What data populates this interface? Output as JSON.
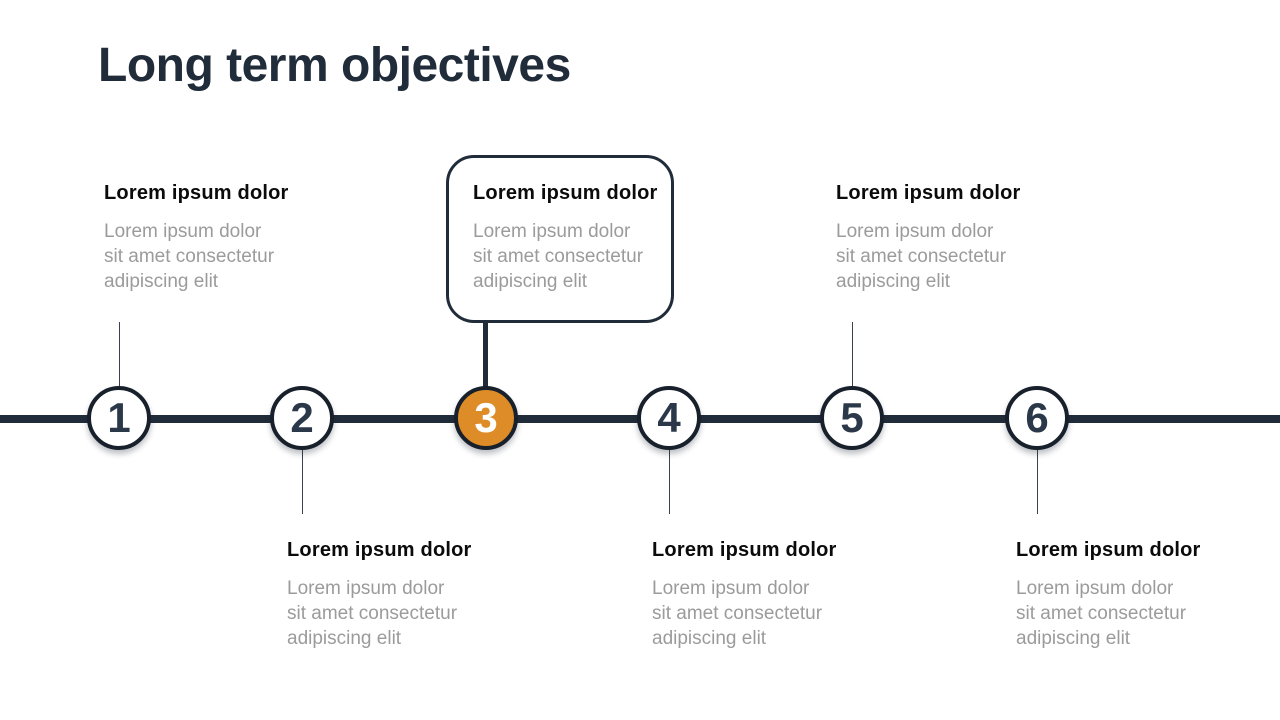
{
  "slide": {
    "title": "Long term objectives"
  },
  "colors": {
    "navy": "#212C3A",
    "orange": "#DD8C28",
    "heading_text": "#0B0B0B",
    "body_text": "#9B9B9B",
    "background": "#FFFFFF"
  },
  "timeline": {
    "items": [
      {
        "number": "1",
        "side": "above",
        "highlighted": false,
        "heading": "Lorem ipsum dolor",
        "body_lines": [
          "Lorem ipsum dolor",
          "sit amet consectetur",
          "adipiscing elit"
        ]
      },
      {
        "number": "2",
        "side": "below",
        "highlighted": false,
        "heading": "Lorem ipsum dolor",
        "body_lines": [
          "Lorem ipsum dolor",
          "sit amet consectetur",
          "adipiscing elit"
        ]
      },
      {
        "number": "3",
        "side": "above",
        "highlighted": true,
        "heading": "Lorem ipsum dolor",
        "body_lines": [
          "Lorem ipsum dolor",
          "sit amet consectetur",
          "adipiscing elit"
        ]
      },
      {
        "number": "4",
        "side": "below",
        "highlighted": false,
        "heading": "Lorem ipsum dolor",
        "body_lines": [
          "Lorem ipsum dolor",
          "sit amet consectetur",
          "adipiscing elit"
        ]
      },
      {
        "number": "5",
        "side": "above",
        "highlighted": false,
        "heading": "Lorem ipsum dolor",
        "body_lines": [
          "Lorem ipsum dolor",
          "sit amet consectetur",
          "adipiscing elit"
        ]
      },
      {
        "number": "6",
        "side": "below",
        "highlighted": false,
        "heading": "Lorem ipsum dolor",
        "body_lines": [
          "Lorem ipsum dolor",
          "sit amet consectetur",
          "adipiscing elit"
        ]
      }
    ]
  }
}
